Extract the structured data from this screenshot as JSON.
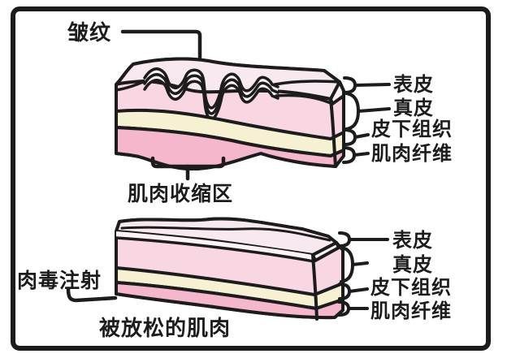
{
  "figure": {
    "type": "medical-illustration",
    "subject": "skin and muscle cross-section before and after botulinum toxin injection"
  },
  "colors": {
    "background": "#ffffff",
    "outline": "#1c1c1c",
    "skin_top": "#f8e8ef",
    "epidermis": "#fdf2f7",
    "dermis": "#f8d7e3",
    "subcutaneous": "#f6f1d2",
    "muscle": "#f4b7cc"
  },
  "top_diagram": {
    "wrinkle_label": "皱纹",
    "contraction_label": "肌肉收缩区",
    "layers": [
      "表皮",
      "真皮",
      "皮下组织",
      "肌肉纤维"
    ]
  },
  "bottom_diagram": {
    "injection_label": "肉毒注射",
    "caption": "被放松的肌肉",
    "layers": [
      "表皮",
      "真皮",
      "皮下组织",
      "肌肉纤维"
    ]
  }
}
